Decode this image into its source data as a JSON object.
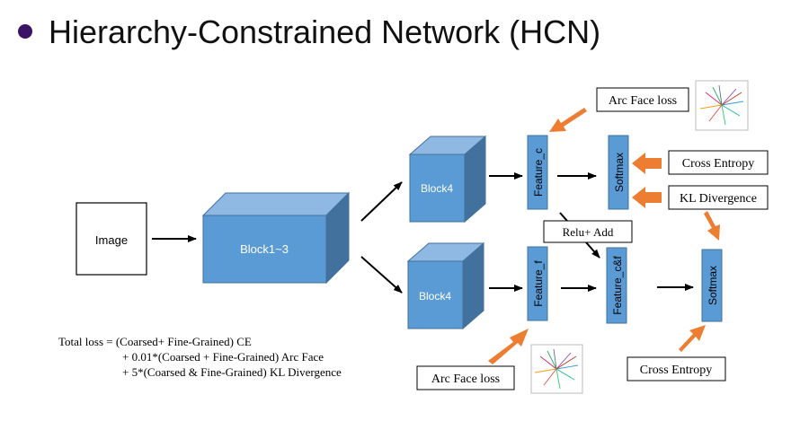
{
  "slide": {
    "title": "Hierarchy-Constrained Network (HCN)",
    "bullet_color": "#3B1466"
  },
  "colors": {
    "block_front": "#5B9BD5",
    "block_top": "#8FB8E2",
    "block_side": "#41719C",
    "bar_fill": "#5B9BD5",
    "bar_stroke": "#41719C",
    "orange_arrow": "#ED7D31",
    "line": "#000000"
  },
  "diagram": {
    "image_label": "Image",
    "block1_label": "Block1~3",
    "block4_top_label": "Block4",
    "block4_bottom_label": "Block4",
    "feature_c_label": "Feature_c",
    "feature_f_label": "Feature_f",
    "feature_cf_label": "Feature_c&f",
    "softmax_top_label": "Softmax",
    "softmax_right_label": "Softmax",
    "relu_add_label": "Relu+ Add",
    "arcface_top_label": "Arc Face loss",
    "arcface_bottom_label": "Arc Face loss",
    "cross_entropy_top_label": "Cross Entropy",
    "kl_divergence_label": "KL Divergence",
    "cross_entropy_bottom_label": "Cross Entropy",
    "arcface_thumb_icon": "arcface-embedding-icon"
  },
  "loss_formula": {
    "line1": "Total loss = (Coarsed+ Fine-Grained) CE",
    "line2": "+ 0.01*(Coarsed + Fine-Grained) Arc Face",
    "line3": "+ 5*(Coarsed & Fine-Grained) KL Divergence"
  }
}
